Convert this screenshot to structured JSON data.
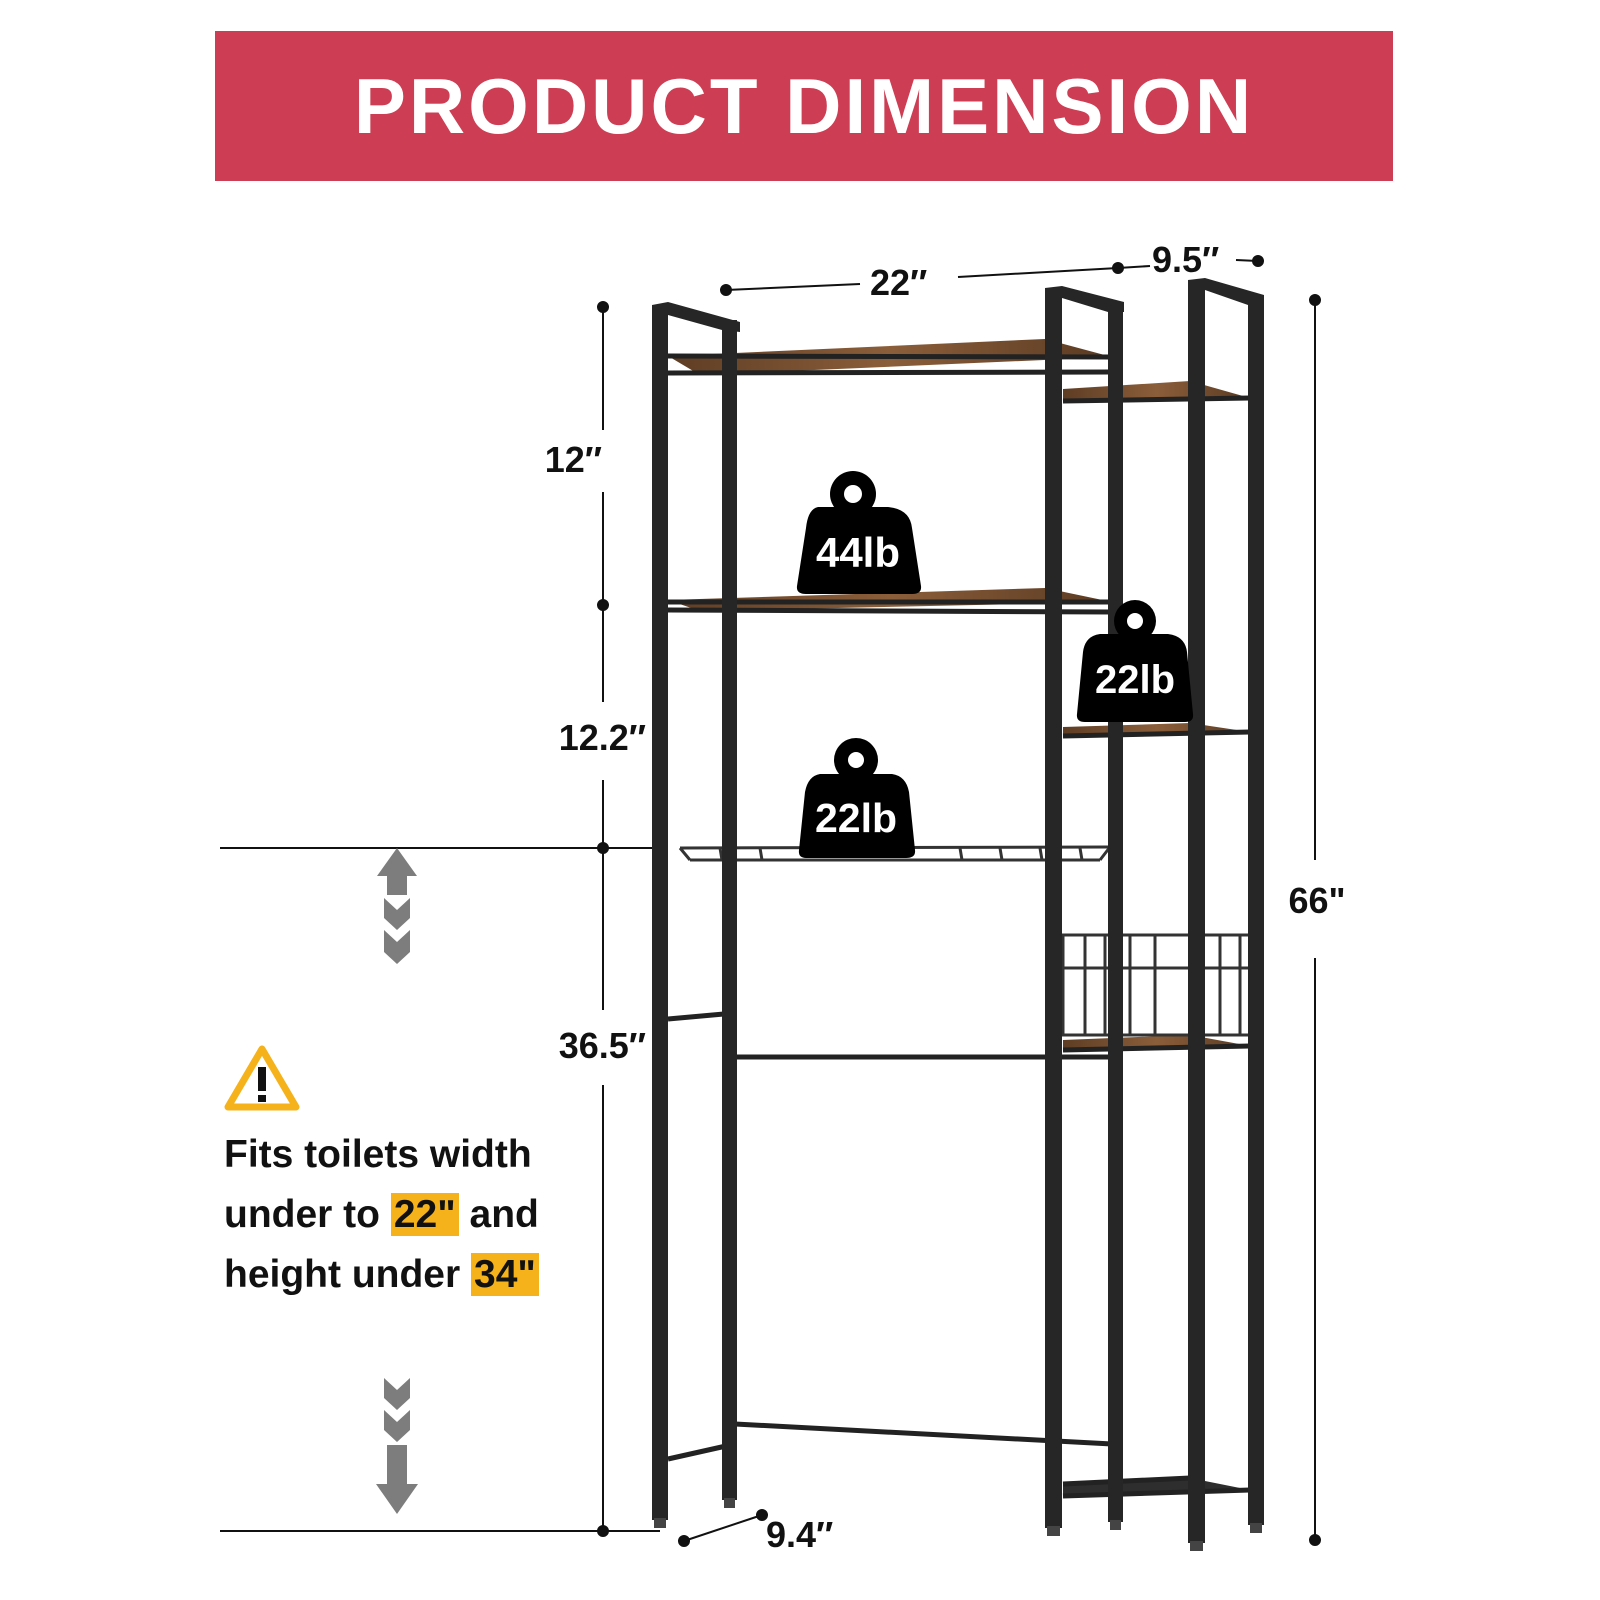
{
  "banner": {
    "title": "PRODUCT DIMENSION"
  },
  "dimensions": {
    "top_width": "22″",
    "side_depth": "9.5″",
    "section_top": "12″",
    "section_middle": "12.2″",
    "section_bottom": "36.5″",
    "total_height": "66\"",
    "base_depth": "9.4″"
  },
  "weights": {
    "top_shelf": "44lb",
    "side_shelf": "22lb",
    "basket_shelf": "22lb"
  },
  "note": {
    "line1": "Fits toilets width",
    "line2_pre": "under to",
    "line2_hl": "22\"",
    "line2_post": "and",
    "line3_pre": "height under",
    "line3_hl": "34\""
  },
  "colors": {
    "banner": "#cd3d53",
    "highlight": "#f5b21b",
    "frame": "#2b2b2b",
    "wood": "#7a5233",
    "arrow": "#7d7d7d",
    "warning": "#f5b21b"
  }
}
